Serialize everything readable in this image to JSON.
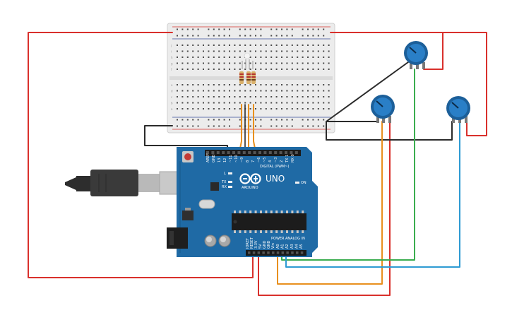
{
  "board": {
    "brand": "ARDUINO",
    "model": "UNO",
    "digital_label": "DIGITAL (PWM~)",
    "power_label": "POWER",
    "analog_label": "ANALOG IN",
    "on_label": "ON",
    "tx_label": "TX",
    "rx_label": "RX",
    "l_label": "L",
    "top_pins": [
      "AREF",
      "GND",
      "13",
      "12",
      "~11",
      "~10",
      "~9",
      "8",
      "7",
      "~6",
      "~5",
      "4",
      "~3",
      "2",
      "TX 1",
      "RX 0"
    ],
    "power_pins": [
      "IOREF",
      "RESET",
      "3.3V",
      "5V",
      "GND",
      "GND",
      "Vin"
    ],
    "analog_pins": [
      "A0",
      "A1",
      "A2",
      "A3",
      "A4",
      "A5"
    ]
  },
  "breadboard": {
    "row_letters_top": [
      "j",
      "i",
      "h",
      "g",
      "f"
    ],
    "row_letters_bottom": [
      "e",
      "d",
      "c",
      "b",
      "a"
    ],
    "columns": 30
  },
  "colors": {
    "board": "#1f6aa5",
    "board_dark": "#17578a",
    "wire_red": "#d9302c",
    "wire_black": "#2b2b2b",
    "wire_orange": "#e8901e",
    "wire_green": "#3aad4f",
    "wire_blue": "#2e9bd3",
    "pot": "#2a7fc7",
    "breadboard": "#ececec"
  },
  "icons": {
    "usb": "usb-cable-icon",
    "logo": "arduino-infinity-logo-icon",
    "pot": "potentiometer-knob-icon",
    "led": "rgb-led-icon"
  }
}
